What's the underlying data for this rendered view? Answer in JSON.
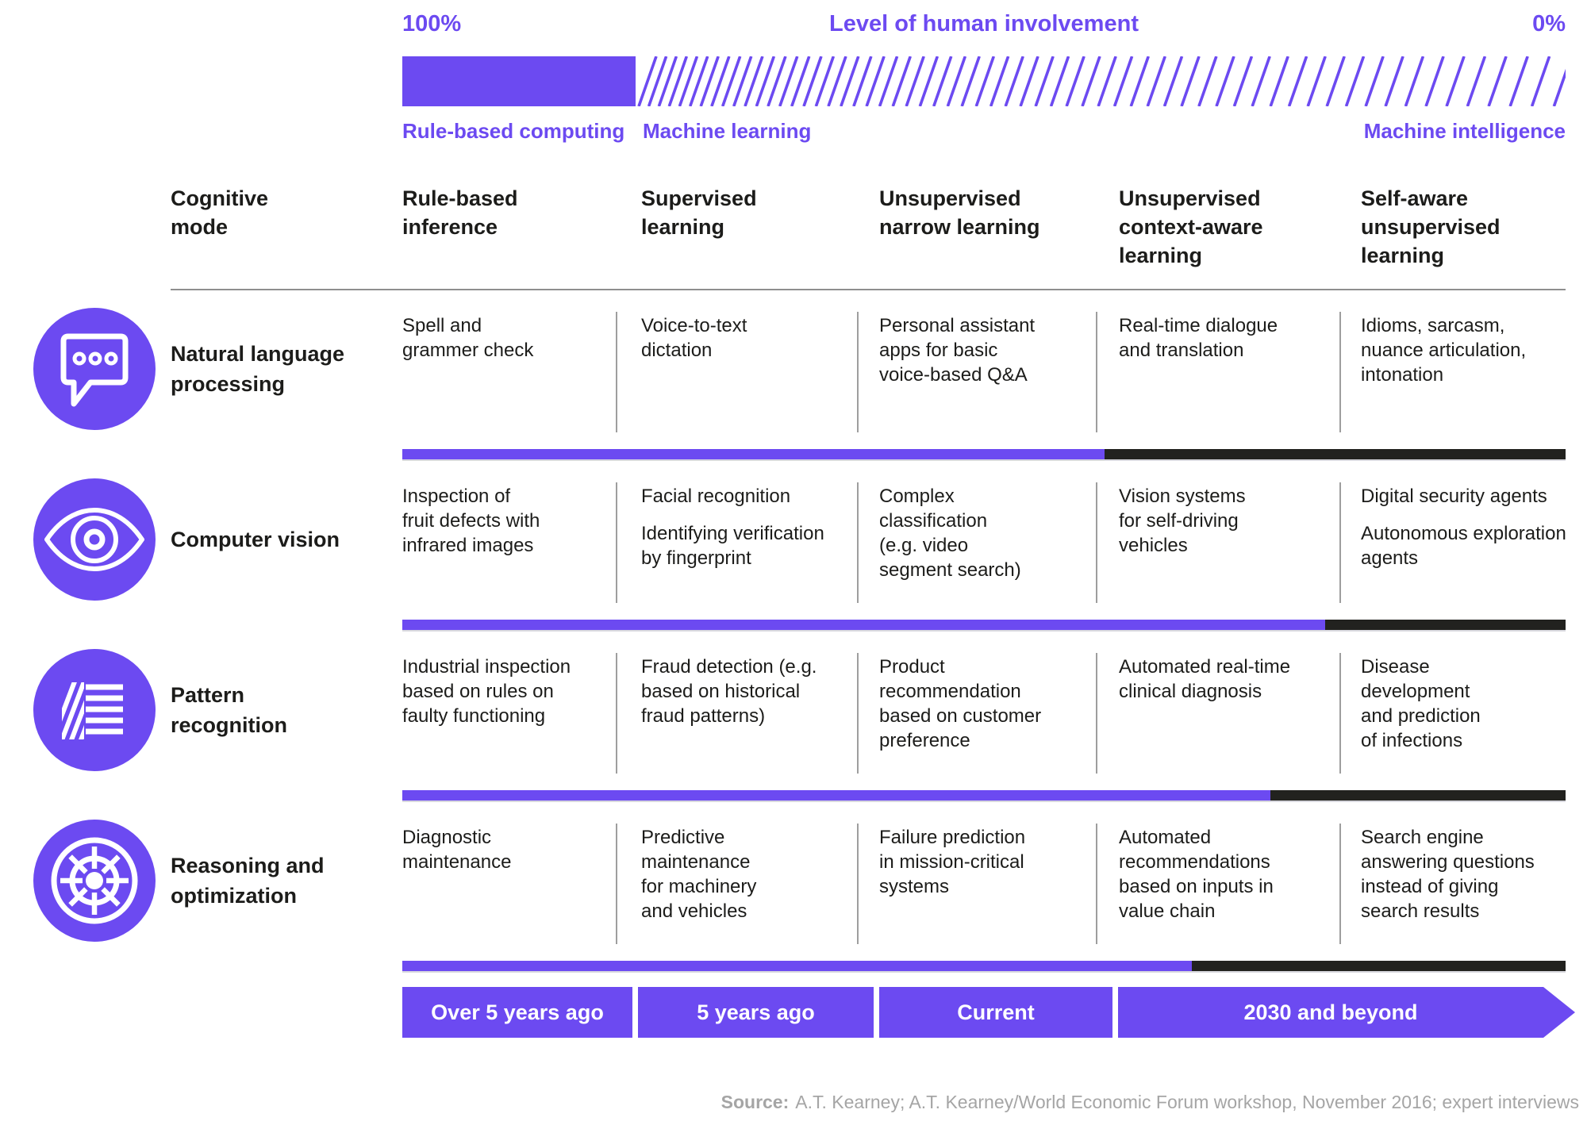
{
  "colors": {
    "purple": "#6C4AF1",
    "dark": "#22221F",
    "text": "#1C1C1A",
    "divider": "#9E9E9E",
    "rule": "#8F8F8F",
    "source_gray": "#A5A5A5",
    "under_bar": "#D8D8DE"
  },
  "top_bar": {
    "left_label": "100%",
    "title": "Level of human involvement",
    "right_label": "0%",
    "solid_pct": 20,
    "segments": [
      {
        "label": "Rule-based computing"
      },
      {
        "label": "Machine learning"
      },
      {
        "label": "Machine intelligence"
      }
    ]
  },
  "table": {
    "corner_header": "Cognitive\nmode",
    "column_headers": [
      "Rule-based\ninference",
      "Supervised\nlearning",
      "Unsupervised\nnarrow learning",
      "Unsupervised\ncontext-aware\nlearning",
      "Self-aware\nunsupervised\nlearning"
    ],
    "rows": [
      {
        "icon": "speech-bubble-icon",
        "label": "Natural language\nprocessing",
        "progress_pct": 60.4,
        "cells": [
          [
            "Spell and\ngrammer check"
          ],
          [
            "Voice-to-text\ndictation"
          ],
          [
            "Personal assistant\napps for basic\nvoice-based Q&A"
          ],
          [
            "Real-time dialogue\nand translation"
          ],
          [
            "Idioms, sarcasm,\nnuance articulation,\nintonation"
          ]
        ]
      },
      {
        "icon": "eye-icon",
        "label": "Computer vision",
        "progress_pct": 79.3,
        "cells": [
          [
            "Inspection of\nfruit defects with\ninfrared images"
          ],
          [
            "Facial recognition",
            "Identifying verification\nby fingerprint"
          ],
          [
            "Complex\nclassification\n(e.g. video\nsegment search)"
          ],
          [
            "Vision systems\nfor self-driving\nvehicles"
          ],
          [
            "Digital security agents",
            "Autonomous exploration\nagents"
          ]
        ]
      },
      {
        "icon": "pattern-stripes-icon",
        "label": "Pattern\nrecognition",
        "progress_pct": 74.6,
        "cells": [
          [
            "Industrial inspection\nbased on rules on\nfaulty functioning"
          ],
          [
            "Fraud detection (e.g.\nbased on historical\nfraud patterns)"
          ],
          [
            "Product\nrecommendation\nbased on customer\npreference"
          ],
          [
            "Automated real-time\nclinical diagnosis"
          ],
          [
            "Disease\ndevelopment\nand prediction\nof infections"
          ]
        ]
      },
      {
        "icon": "gear-sun-icon",
        "label": "Reasoning and\noptimization",
        "progress_pct": 67.9,
        "cells": [
          [
            "Diagnostic\nmaintenance"
          ],
          [
            "Predictive\nmaintenance\nfor machinery\nand vehicles"
          ],
          [
            "Failure prediction\nin mission-critical\nsystems"
          ],
          [
            "Automated\nrecommendations\nbased on inputs in\nvalue chain"
          ],
          [
            "Search engine\nanswering questions\ninstead of giving\nsearch results"
          ]
        ]
      }
    ]
  },
  "timeline": {
    "segments": [
      {
        "label": "Over 5 years ago"
      },
      {
        "label": "5 years ago"
      },
      {
        "label": "Current"
      },
      {
        "label": "2030 and beyond"
      }
    ]
  },
  "source": {
    "prefix": "Source:",
    "text": "A.T. Kearney; A.T. Kearney/World Economic Forum workshop, November 2016; expert interviews"
  }
}
